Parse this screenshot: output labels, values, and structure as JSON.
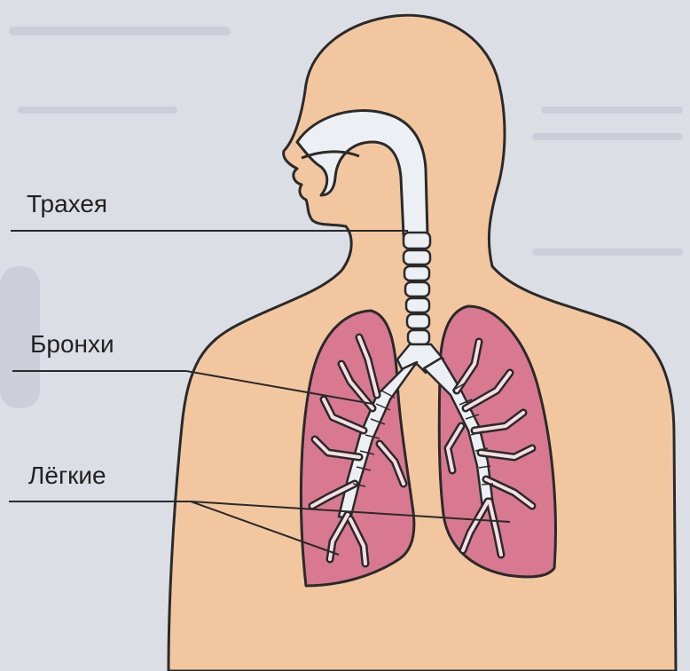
{
  "diagram": {
    "labels": {
      "trachea": "Трахея",
      "bronchi": "Бронхи",
      "lungs": "Лёгкие"
    }
  },
  "colors": {
    "background": "#dcdee6",
    "skin": "#f2c7a0",
    "lung": "#d97991",
    "airway": "#eceff3",
    "outline": "#2a2a2a"
  }
}
